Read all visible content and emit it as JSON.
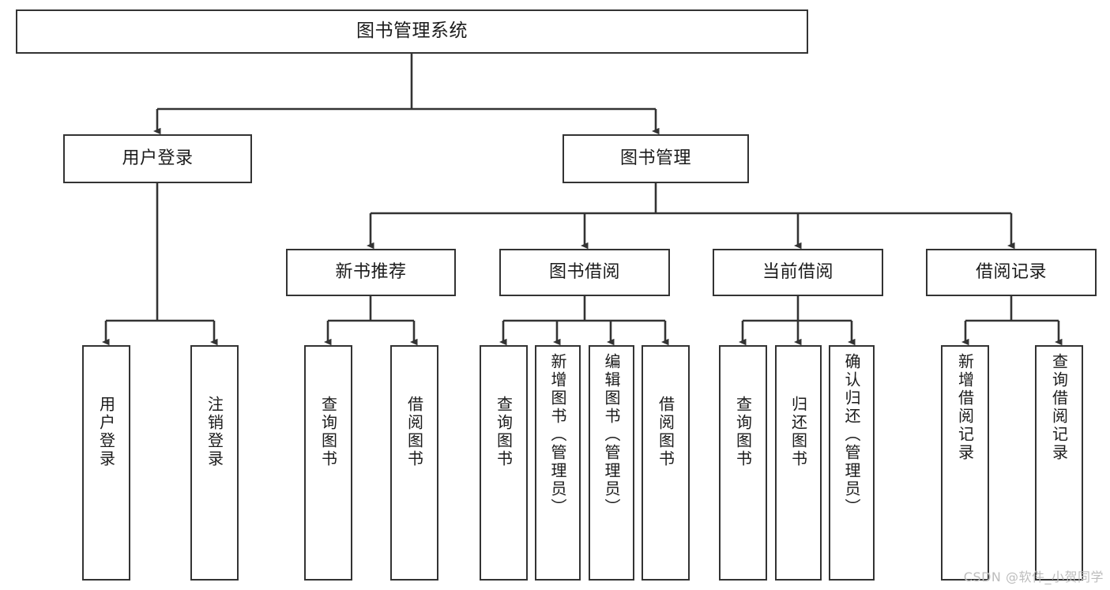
{
  "diagram": {
    "title": "图书管理系统",
    "type": "hierarchy-tree",
    "colors": {
      "stroke": "#333333",
      "fill": "#ffffff",
      "text": "#1b1b1b",
      "watermark": "#bdbdbd"
    },
    "root": {
      "label": "图书管理系统"
    },
    "level2": [
      {
        "label": "用户登录"
      },
      {
        "label": "图书管理"
      }
    ],
    "level3": [
      {
        "label": "新书推荐"
      },
      {
        "label": "图书借阅"
      },
      {
        "label": "当前借阅"
      },
      {
        "label": "借阅记录"
      }
    ],
    "leaves": {
      "user_login": [
        {
          "label": "用户登录"
        },
        {
          "label": "注销登录"
        }
      ],
      "new_book_recommend": [
        {
          "label": "查询图书"
        },
        {
          "label": "借阅图书"
        }
      ],
      "book_borrow": [
        {
          "label": "查询图书"
        },
        {
          "label": "新增图书（管理员）"
        },
        {
          "label": "编辑图书（管理员）"
        },
        {
          "label": "借阅图书"
        }
      ],
      "current_borrow": [
        {
          "label": "查询图书"
        },
        {
          "label": "归还图书"
        },
        {
          "label": "确认归还（管理员）"
        }
      ],
      "borrow_record": [
        {
          "label": "新增借阅记录"
        },
        {
          "label": "查询借阅记录"
        }
      ]
    }
  },
  "watermark": {
    "text": "CSDN @软件_小贺同学"
  }
}
